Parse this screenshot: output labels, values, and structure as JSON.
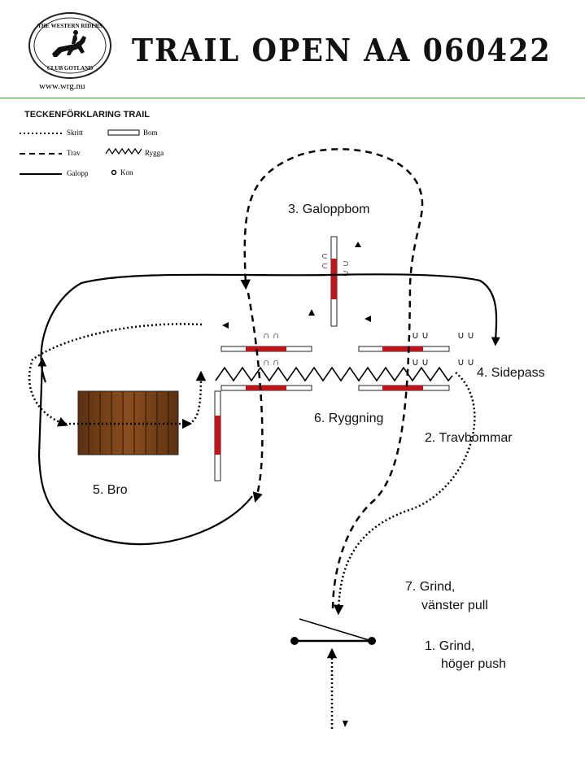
{
  "header": {
    "title": "TRAIL OPEN AA 060422",
    "site_url": "www.wrg.nu",
    "logo_text": "THE WESTERN RIDERS CLUB GOTLAND"
  },
  "legend": {
    "title": "TECKENFÖRKLARING TRAIL",
    "items": {
      "skritt": "Skritt",
      "trav": "Trav",
      "galopp": "Galopp",
      "bom": "Bom",
      "rygga": "Rygga",
      "kon": "Kon"
    }
  },
  "obstacles": {
    "galoppbom": "3. Galoppbom",
    "sidepass": "4. Sidepass",
    "ryggning": "6. Ryggning",
    "travbommar": "2. Travbommar",
    "bro": "5. Bro",
    "grind_vanster_line1": "7. Grind,",
    "grind_vanster_line2": "vänster pull",
    "grind_hoger_line1": "1. Grind,",
    "grind_hoger_line2": "höger push"
  },
  "colors": {
    "pole_red": "#c0141b",
    "bridge_brown": "#7a4418",
    "header_rule": "#2f9a2f"
  }
}
